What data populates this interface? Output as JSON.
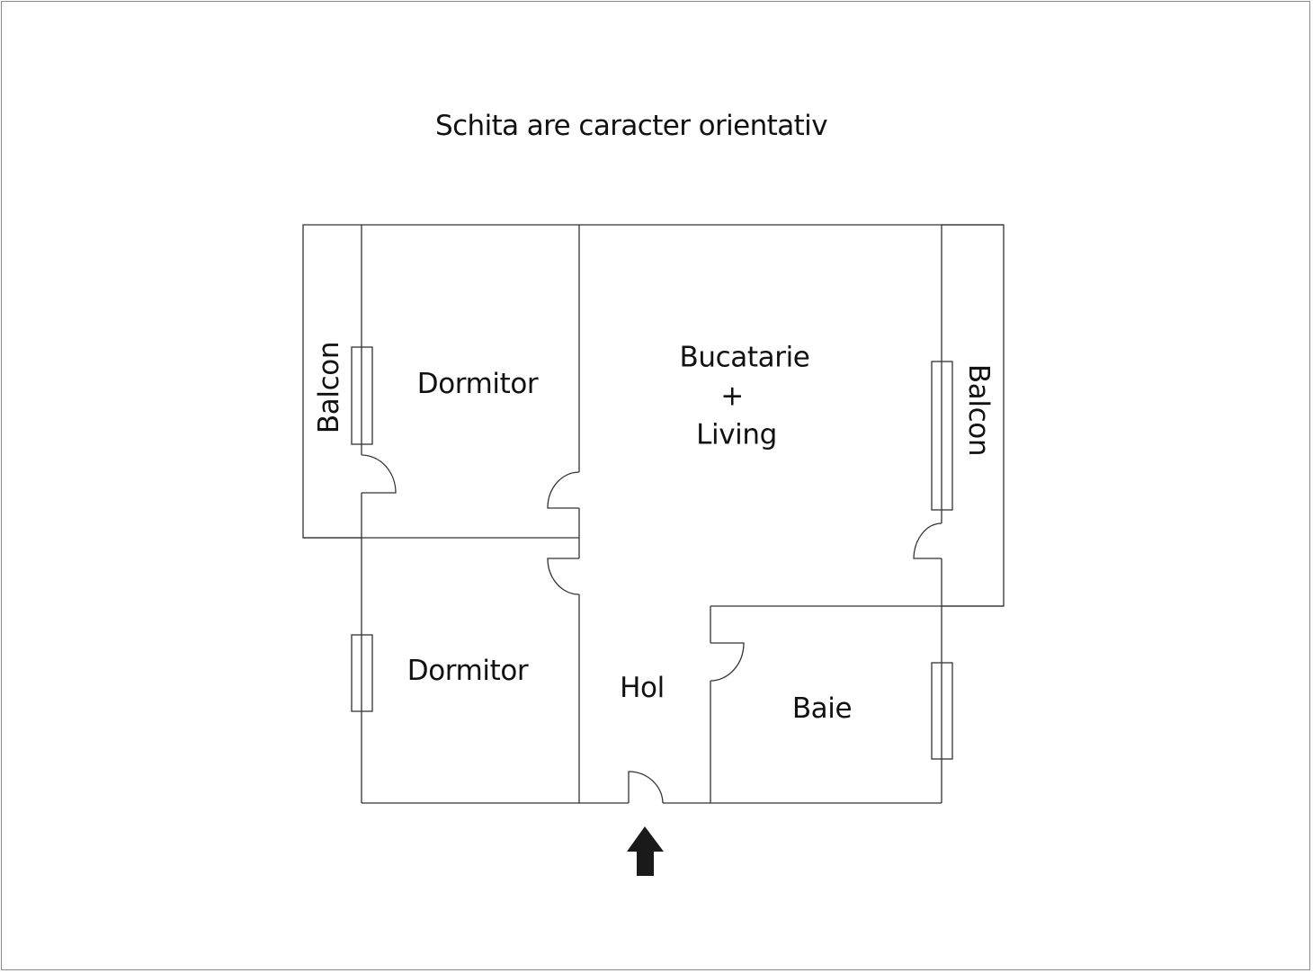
{
  "title": "Schita are caracter orientativ",
  "rooms": {
    "balcon_left": "Balcon",
    "dormitor_top": "Dormitor",
    "bucatarie_living": {
      "line1": "Bucatarie",
      "line2": "+",
      "line3": "Living"
    },
    "balcon_right": "Balcon",
    "dormitor_bottom": "Dormitor",
    "hol": "Hol",
    "baie": "Baie"
  },
  "icons": {
    "entrance": "arrow-up-icon"
  },
  "colors": {
    "wall": "#333333",
    "text": "#111111",
    "arrow": "#1a1a1a",
    "frame": "#8c8c8c"
  }
}
